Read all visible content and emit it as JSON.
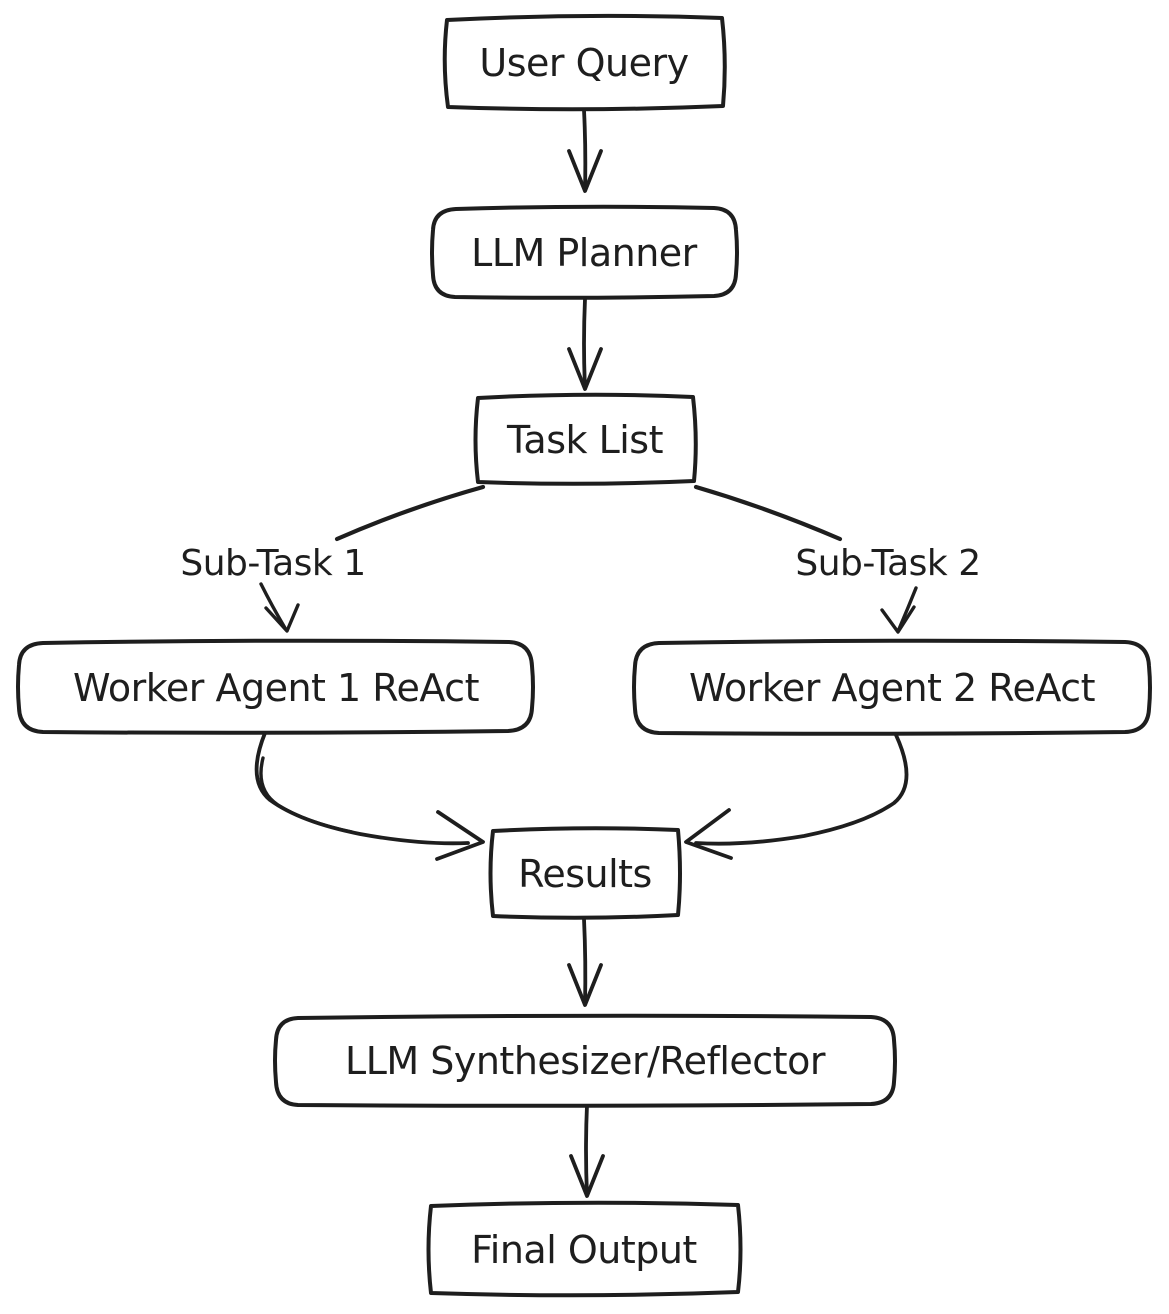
{
  "diagram": {
    "type": "flowchart",
    "style": "hand-drawn-sketch",
    "colors": {
      "stroke": "#1e1e1e",
      "node_fill": "#ffffff",
      "background": "#ffffff"
    },
    "nodes": {
      "user_query": {
        "label": "User Query",
        "shape": "rectangle"
      },
      "llm_planner": {
        "label": "LLM Planner",
        "shape": "rounded-rectangle"
      },
      "task_list": {
        "label": "Task List",
        "shape": "rectangle"
      },
      "sub_task_1": {
        "label": "Sub-Task 1",
        "shape": "text-label"
      },
      "sub_task_2": {
        "label": "Sub-Task 2",
        "shape": "text-label"
      },
      "worker_agent_1": {
        "label": "Worker Agent 1 ReAct",
        "shape": "rounded-rectangle"
      },
      "worker_agent_2": {
        "label": "Worker Agent 2 ReAct",
        "shape": "rounded-rectangle"
      },
      "results": {
        "label": "Results",
        "shape": "rectangle"
      },
      "llm_synthesizer": {
        "label": "LLM Synthesizer/Reflector",
        "shape": "rounded-rectangle"
      },
      "final_output": {
        "label": "Final Output",
        "shape": "rectangle"
      }
    },
    "edges": [
      {
        "from": "user_query",
        "to": "llm_planner",
        "type": "straight-arrow"
      },
      {
        "from": "llm_planner",
        "to": "task_list",
        "type": "straight-arrow"
      },
      {
        "from": "task_list",
        "to": "sub_task_1",
        "type": "plain-line"
      },
      {
        "from": "task_list",
        "to": "sub_task_2",
        "type": "plain-line"
      },
      {
        "from": "sub_task_1",
        "to": "worker_agent_1",
        "type": "short-arrow"
      },
      {
        "from": "sub_task_2",
        "to": "worker_agent_2",
        "type": "short-arrow"
      },
      {
        "from": "worker_agent_1",
        "to": "results",
        "type": "curved-arrow"
      },
      {
        "from": "worker_agent_2",
        "to": "results",
        "type": "curved-arrow"
      },
      {
        "from": "results",
        "to": "llm_synthesizer",
        "type": "straight-arrow"
      },
      {
        "from": "llm_synthesizer",
        "to": "final_output",
        "type": "straight-arrow"
      }
    ]
  }
}
